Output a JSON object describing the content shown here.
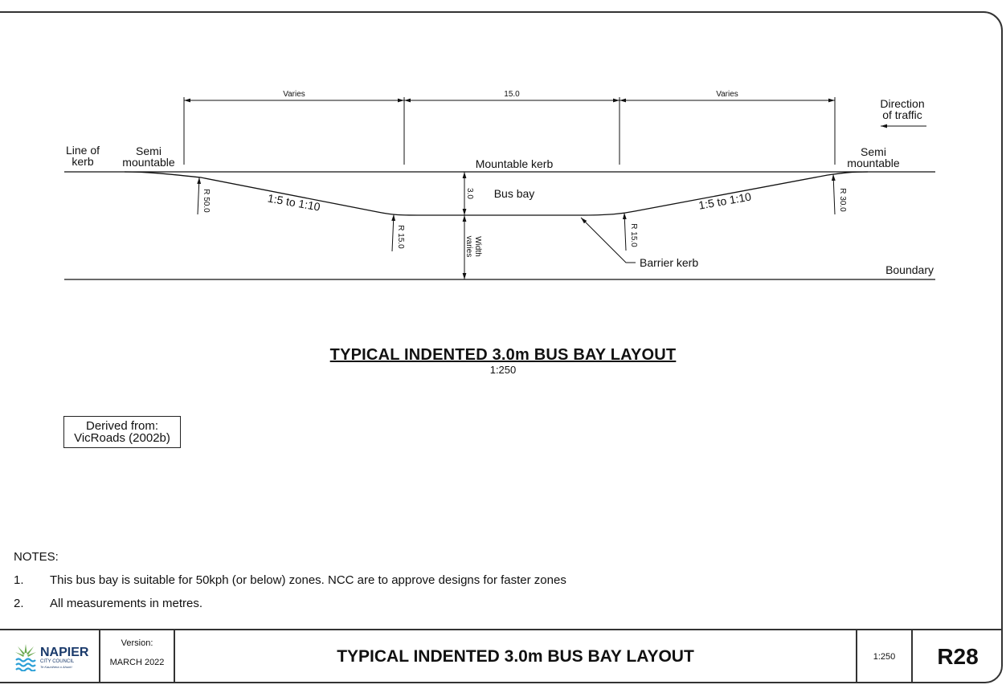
{
  "diagram": {
    "dimensions": {
      "left": "Varies",
      "centre": "15.0",
      "right": "Varies"
    },
    "labels": {
      "line_of_kerb": [
        "Line of",
        "kerb"
      ],
      "semi_mountable_left": [
        "Semi",
        "mountable"
      ],
      "semi_mountable_right": [
        "Semi",
        "mountable"
      ],
      "direction_of_traffic": [
        "Direction",
        "of traffic"
      ],
      "mountable_kerb": "Mountable kerb",
      "bus_bay": "Bus bay",
      "bay_depth": "3.0",
      "width_varies": [
        "Width",
        "varies"
      ],
      "taper_left": "1:5 to 1:10",
      "taper_right": "1:5 to 1:10",
      "radius_left_outer": "R 50.0",
      "radius_left_inner": "R 15.0",
      "radius_right_inner": "R 15.0",
      "radius_right_outer": "R 30.0",
      "barrier_kerb": "Barrier kerb",
      "boundary": "Boundary"
    },
    "title": "TYPICAL INDENTED 3.0m BUS BAY LAYOUT",
    "scale": "1:250"
  },
  "derived_from": [
    "Derived from:",
    "VicRoads (2002b)"
  ],
  "notes": {
    "heading": "NOTES:",
    "items": [
      {
        "num": "1.",
        "text": "This bus bay is suitable for 50kph (or below) zones. NCC are to approve designs for faster zones"
      },
      {
        "num": "2.",
        "text": "All measurements in metres."
      }
    ]
  },
  "title_block": {
    "logo": {
      "name": "NAPIER",
      "sub": "CITY COUNCIL",
      "tagline": "Te Kaunihera o Ahuriri"
    },
    "version_label": "Version:",
    "version": "MARCH 2022",
    "title": "TYPICAL INDENTED 3.0m BUS BAY LAYOUT",
    "scale": "1:250",
    "code": "R28"
  }
}
